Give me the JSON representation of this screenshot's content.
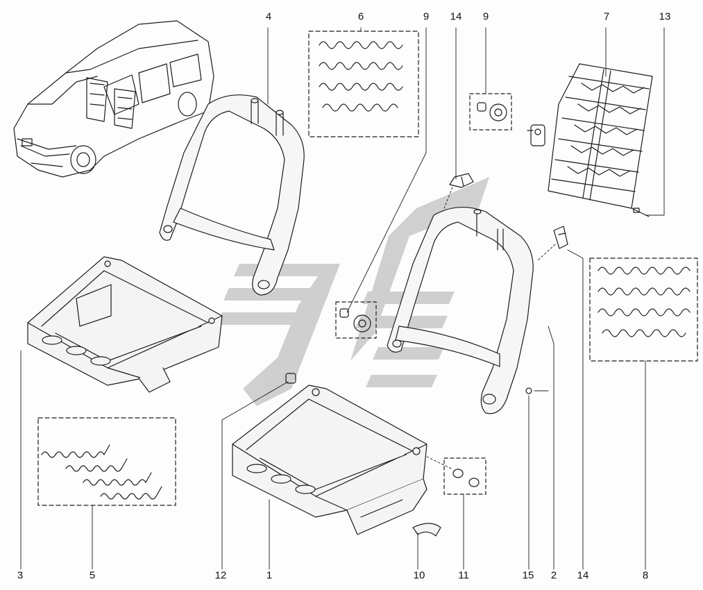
{
  "callouts": {
    "c1": "1",
    "c2": "2",
    "c3": "3",
    "c4": "4",
    "c5": "5",
    "c6": "6",
    "c7": "7",
    "c8": "8",
    "c9a": "9",
    "c9b": "9",
    "c10": "10",
    "c11": "11",
    "c12": "12",
    "c13": "13",
    "c14a": "14",
    "c14b": "14",
    "c15": "15"
  },
  "colors": {
    "line": "#1a1a1a",
    "watermark": "#c4c4c4",
    "frame_fill": "#f2f2f2"
  }
}
